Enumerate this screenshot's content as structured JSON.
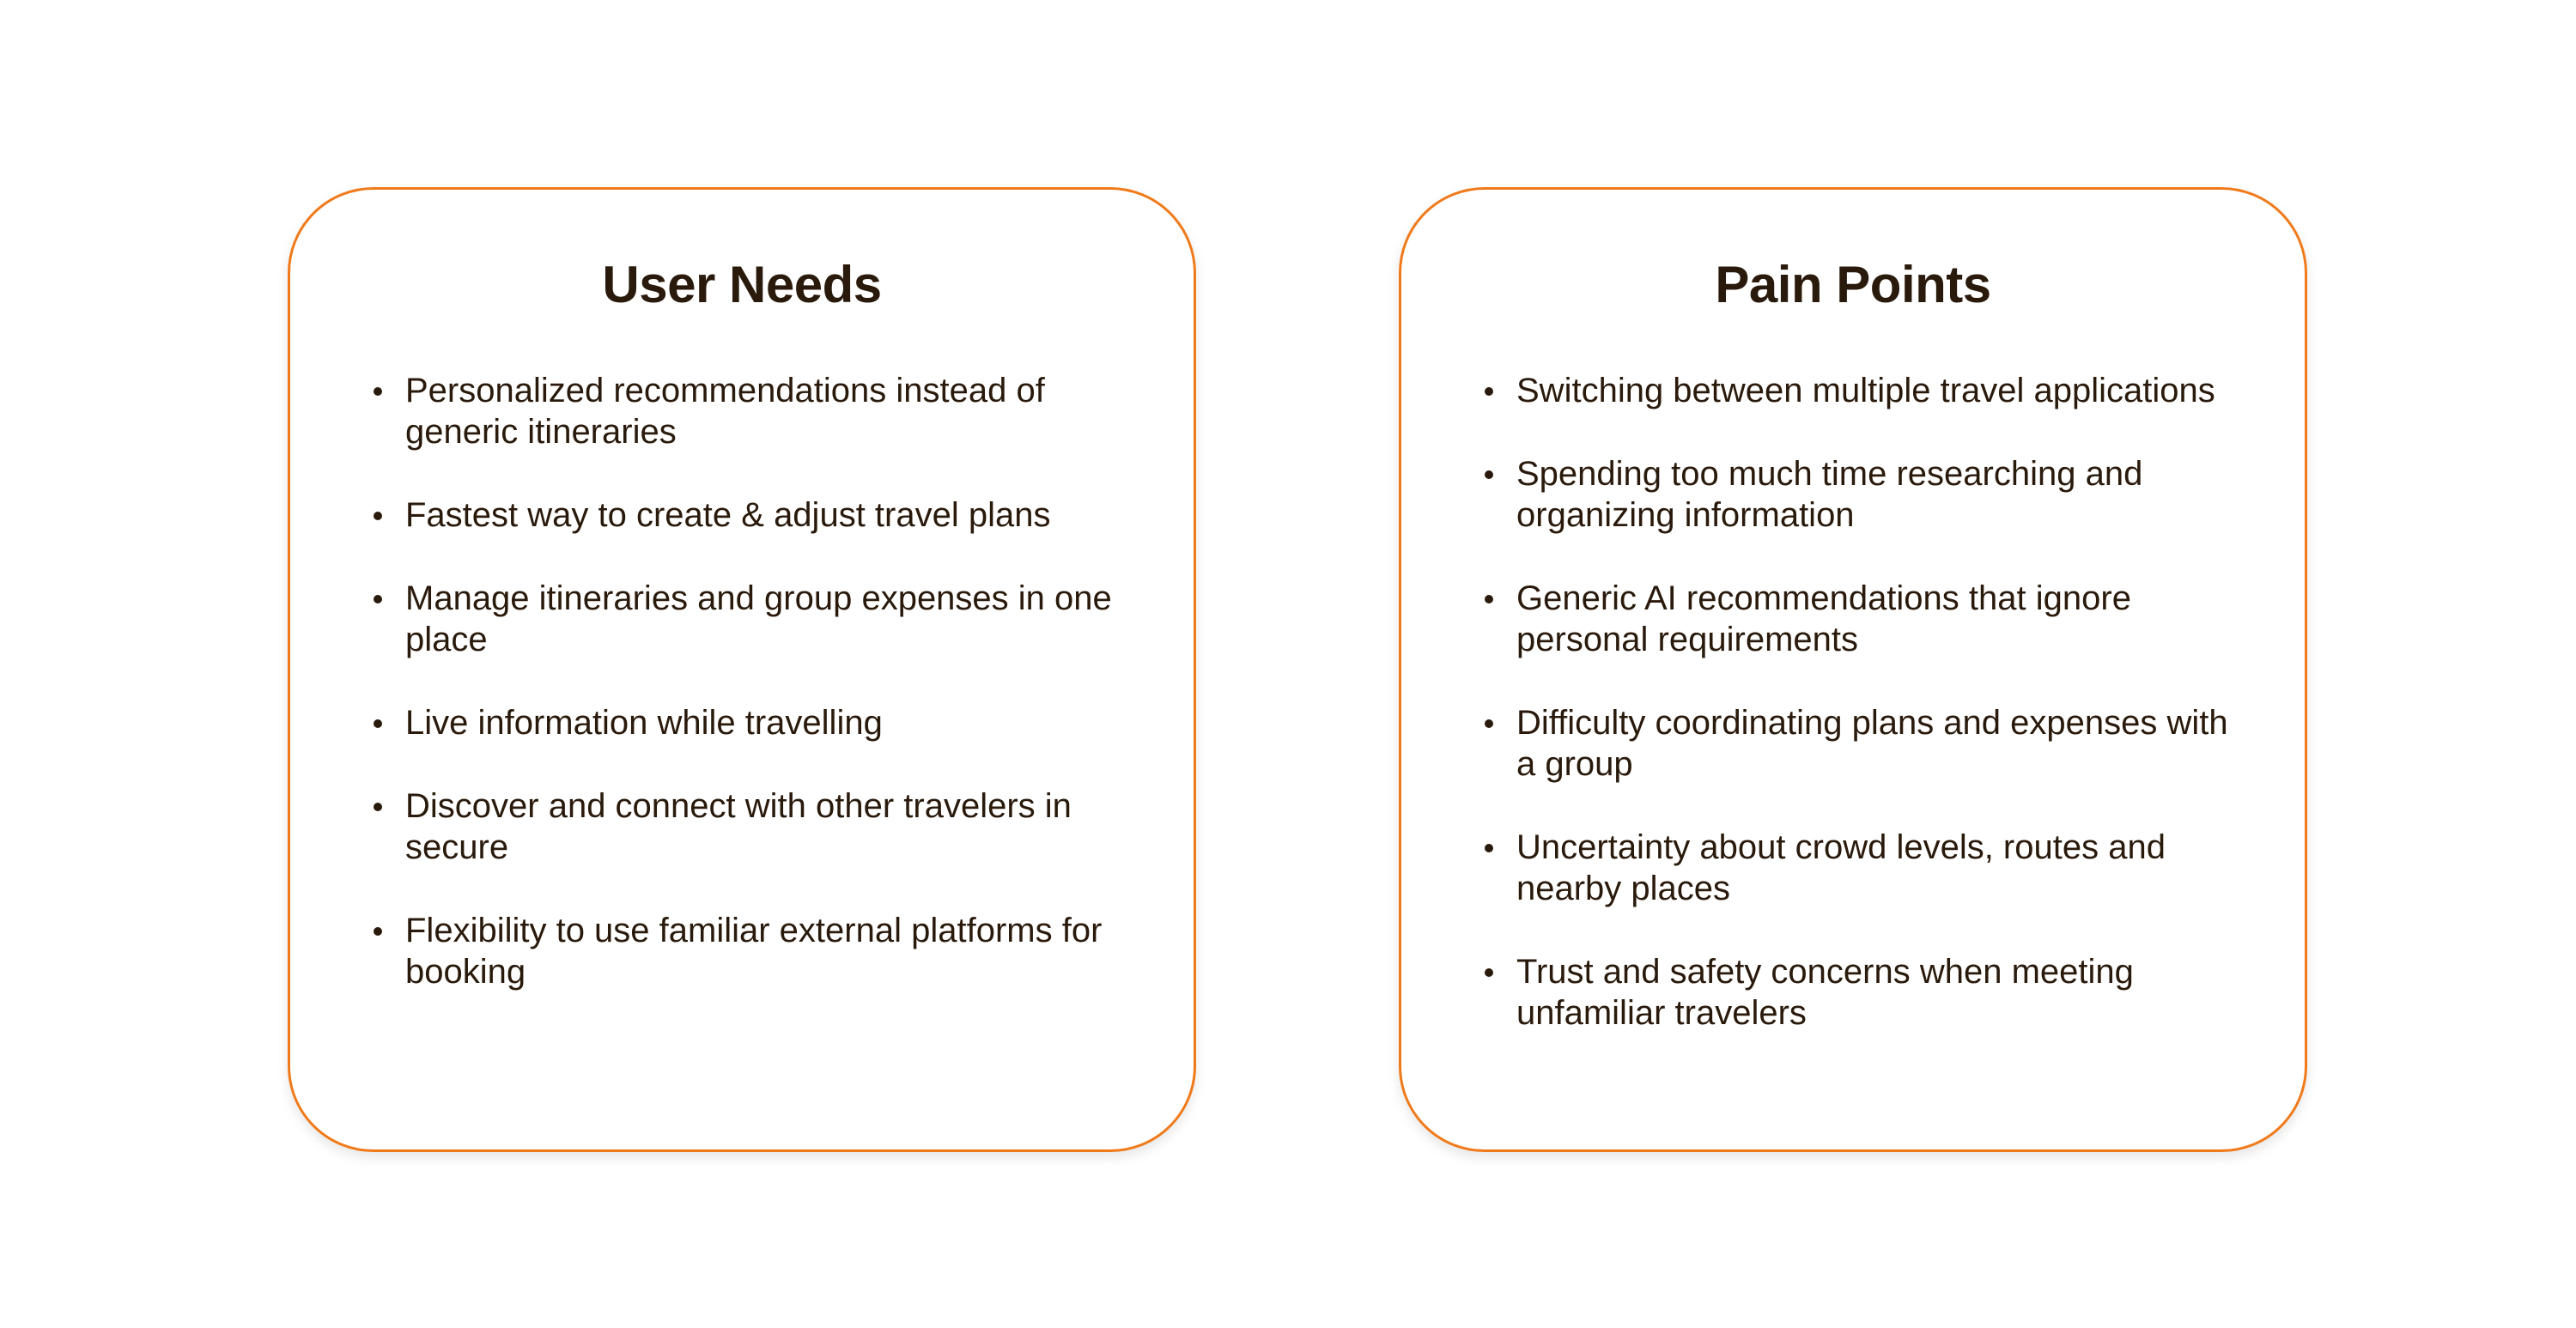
{
  "user_needs": {
    "title": "User Needs",
    "items": [
      "Personalized recommendations instead of generic itineraries",
      "Fastest way to create & adjust travel plans",
      "Manage itineraries and group expenses in one place",
      "Live information while travelling",
      "Discover and connect with other travelers in secure",
      "Flexibility to use familiar external platforms for booking"
    ]
  },
  "pain_points": {
    "title": "Pain Points",
    "items": [
      "Switching between multiple travel applications",
      "Spending too much time researching and organizing information",
      "Generic AI recommendations that ignore personal requirements",
      "Difficulty coordinating plans and expenses with a group",
      "Uncertainty about crowd levels, routes and nearby places",
      "Trust and safety concerns when meeting unfamiliar travelers"
    ]
  },
  "colors": {
    "accent_border": "#f07a1a",
    "text": "#2a1a0c",
    "background": "#ffffff"
  }
}
